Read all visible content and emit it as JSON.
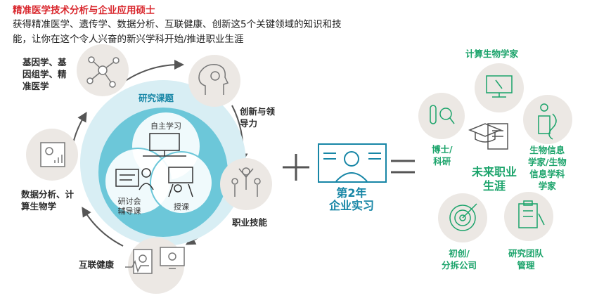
{
  "header": {
    "title": "精准医学技术分析与企业应用硕士",
    "subtitle_line1": "获得精准医学、遗传学、数据分析、互联健康、创新这5个关键领域的知识和技",
    "subtitle_line2": "能，让你在这个令人兴奋的新兴学科开始/推进职业生涯"
  },
  "cycle": {
    "genomics": [
      "基因学、基",
      "因组学、精",
      "准医学"
    ],
    "innovation": [
      "创新与领",
      "导力"
    ],
    "data": [
      "数据分析、计",
      "算生物学"
    ],
    "career": "职业技能",
    "health": "互联健康"
  },
  "center": {
    "title": "研究课题",
    "self_study": "自主学习",
    "seminar": [
      "研讨会",
      "辅导课"
    ],
    "lecture": "授课"
  },
  "internship": [
    "第2年",
    "企业实习"
  ],
  "outcomes": {
    "future": [
      "未来职业",
      "生涯"
    ],
    "comp_bio": "计算生物学家",
    "phd": [
      "博士/",
      "科研"
    ],
    "bioinfo": [
      "生物信息",
      "学家/生物",
      "信息学科",
      "学家"
    ],
    "startup": [
      "初创/",
      "分拆公司"
    ],
    "team": [
      "研究团队",
      "管理"
    ]
  },
  "colors": {
    "title_red": "#d9262c",
    "teal": "#1786a6",
    "green": "#1aa36a",
    "inner_blue": "#6cc7d9",
    "ring_blue": "#d8eef4"
  }
}
